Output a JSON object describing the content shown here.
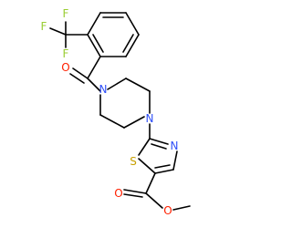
{
  "molecule": {
    "atoms": [
      {
        "id": "f1",
        "element": "F",
        "color": "#9acd32"
      },
      {
        "id": "f2",
        "element": "F",
        "color": "#9acd32"
      },
      {
        "id": "f3",
        "element": "F",
        "color": "#9acd32"
      },
      {
        "id": "o-carbonyl",
        "element": "O",
        "color": "#ff2000"
      },
      {
        "id": "n-piperazine-1",
        "element": "N",
        "color": "#3050f8"
      },
      {
        "id": "n-piperazine-4",
        "element": "N",
        "color": "#3050f8"
      },
      {
        "id": "n-thiazole",
        "element": "N",
        "color": "#3050f8"
      },
      {
        "id": "s-thiazole",
        "element": "S",
        "color": "#c8a000"
      },
      {
        "id": "o-ester-carbonyl",
        "element": "O",
        "color": "#ff2000"
      },
      {
        "id": "o-ester-ether",
        "element": "O",
        "color": "#ff2000"
      }
    ],
    "bond_color": "#000000"
  }
}
